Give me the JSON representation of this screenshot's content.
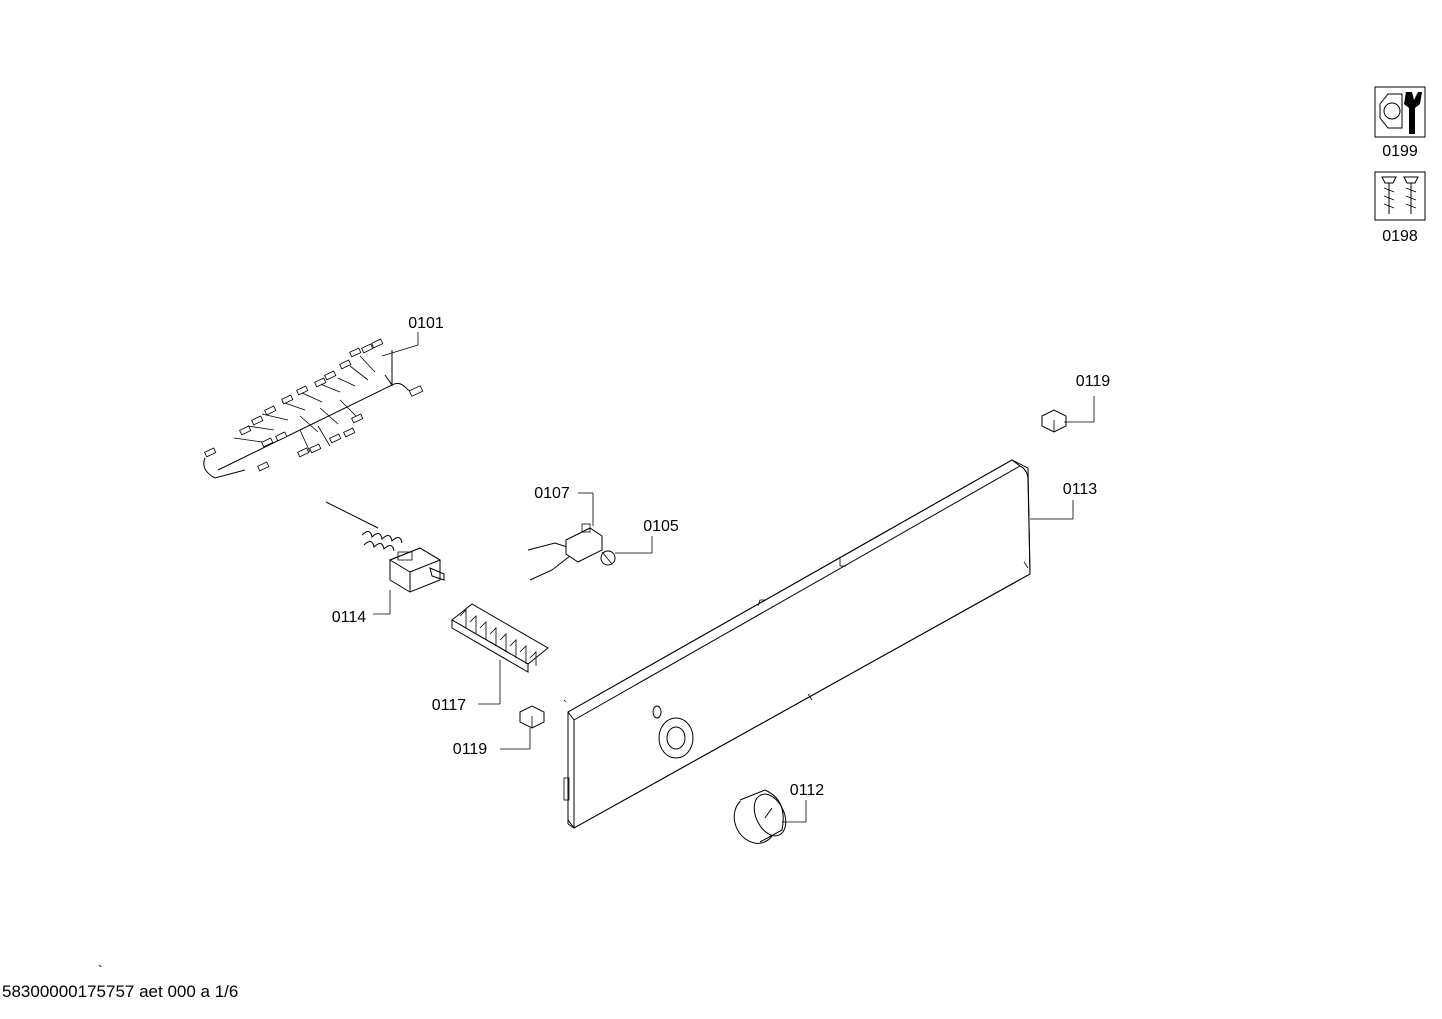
{
  "parts": {
    "p0101": "0101",
    "p0107": "0107",
    "p0105": "0105",
    "p0114": "0114",
    "p0117": "0117",
    "p0119_left": "0119",
    "p0119_right": "0119",
    "p0113": "0113",
    "p0112": "0112"
  },
  "legend": {
    "tools_code": "0199",
    "screws_code": "0198"
  },
  "footer": {
    "tick": "`",
    "doc_id": "58300000175757 aet 000 a 1/6"
  }
}
